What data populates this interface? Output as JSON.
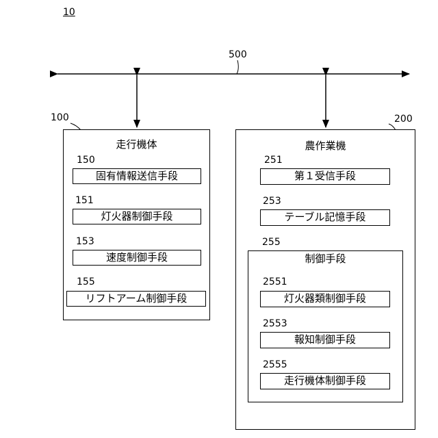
{
  "figure_number": "10",
  "network": {
    "ref": "500"
  },
  "left_unit": {
    "ref": "100",
    "title": "走行機体",
    "items": [
      {
        "ref": "150",
        "label": "固有情報送信手段"
      },
      {
        "ref": "151",
        "label": "灯火器制御手段"
      },
      {
        "ref": "153",
        "label": "速度制御手段"
      },
      {
        "ref": "155",
        "label": "リフトアーム制御手段"
      }
    ]
  },
  "right_unit": {
    "ref": "200",
    "title": "農作業機",
    "items": [
      {
        "ref": "251",
        "label": "第１受信手段"
      },
      {
        "ref": "253",
        "label": "テーブル記憶手段"
      }
    ],
    "control": {
      "ref": "255",
      "title": "制御手段",
      "items": [
        {
          "ref": "2551",
          "label": "灯火器類制御手段"
        },
        {
          "ref": "2553",
          "label": "報知制御手段"
        },
        {
          "ref": "2555",
          "label": "走行機体制御手段"
        }
      ]
    }
  }
}
